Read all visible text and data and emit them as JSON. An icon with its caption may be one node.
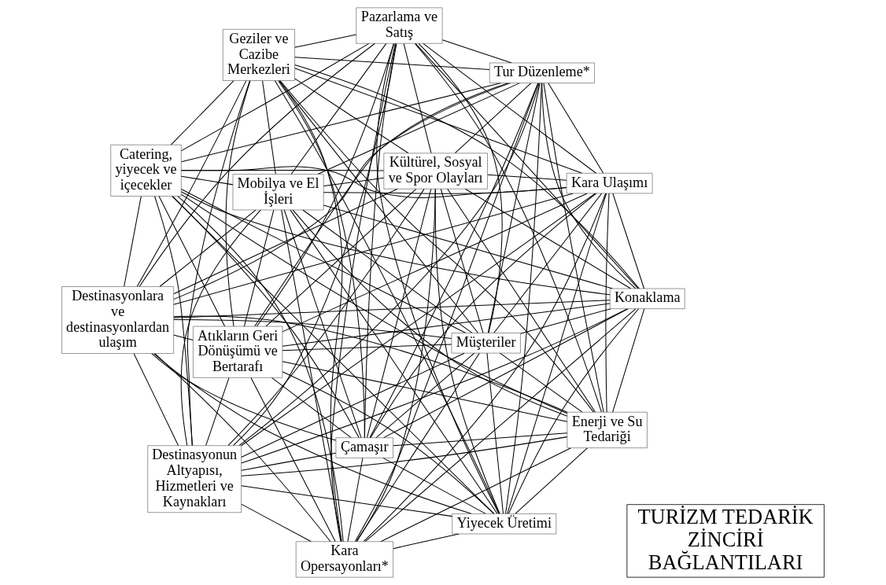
{
  "diagram": {
    "nodes": [
      {
        "text": [
          "Destinasyonlara ve destinasyonlardan ulaşım"
        ]
      },
      {
        "text": [
          "Müşteriler"
        ]
      },
      {
        "text": [
          "Kara Ulaşımı"
        ]
      },
      {
        "text": [
          "Pazarlama ve Satış"
        ]
      },
      {
        "text": [
          "Kara Opersayonları*"
        ]
      },
      {
        "text": [
          "Tur Düzenleme*"
        ]
      },
      {
        "text": [
          "Geziler ve Cazibe Merkezleri"
        ]
      },
      {
        "text": [
          "TURİZM TEDARİK ZİNCİRİ BAĞLANTILARI"
        ]
      },
      {
        "text": [
          "Konaklama"
        ]
      },
      {
        "text": [
          "Kültürel, Sosyal ve Spor Olayları"
        ]
      },
      {
        "text": [
          "Catering, yiyecek ve içecekler"
        ]
      },
      {
        "text": [
          "Mobilya ve El İşleri"
        ]
      },
      {
        "text": [
          "Çamaşır"
        ]
      },
      {
        "text": [
          "Destinasyonun Altyapısı, Hizmetleri ve Kaynakları"
        ]
      },
      {
        "text": [
          "Yiyecek Üretimi"
        ]
      },
      {
        "text": [
          "Enerji ve Su Tedariği"
        ]
      },
      {
        "text": [
          "Atıkların Geri Dönüşümü ve Bertarafı"
        ]
      }
    ],
    "edges": [
      {
        "from": 0,
        "to": 1,
        "arrow": "none"
      },
      {
        "from": 0,
        "to": 2,
        "arrow": "none"
      },
      {
        "from": 0,
        "to": 3,
        "arrow": "none"
      },
      {
        "from": 0,
        "to": 4,
        "arrow": "none"
      },
      {
        "from": 0,
        "to": 5,
        "arrow": "none"
      },
      {
        "from": 0,
        "to": 6,
        "arrow": "none"
      },
      {
        "from": 0,
        "to": 8,
        "arrow": "none"
      },
      {
        "from": 0,
        "to": 9,
        "arrow": "none"
      },
      {
        "from": 0,
        "to": 10,
        "arrow": "none"
      },
      {
        "from": 0,
        "to": 11,
        "arrow": "none"
      },
      {
        "from": 0,
        "to": 12,
        "arrow": "none"
      },
      {
        "from": 0,
        "to": 13,
        "arrow": "none"
      },
      {
        "from": 0,
        "to": 14,
        "arrow": "none"
      },
      {
        "from": 0,
        "to": 15,
        "arrow": "none"
      },
      {
        "from": 0,
        "to": 16,
        "arrow": "none"
      },
      {
        "from": 1,
        "to": 2,
        "arrow": "none"
      },
      {
        "from": 1,
        "to": 3,
        "arrow": "none"
      },
      {
        "from": 1,
        "to": 4,
        "arrow": "none"
      },
      {
        "from": 1,
        "to": 5,
        "arrow": "none"
      },
      {
        "from": 1,
        "to": 6,
        "arrow": "none"
      },
      {
        "from": 1,
        "to": 8,
        "arrow": "none"
      },
      {
        "from": 1,
        "to": 9,
        "arrow": "none"
      },
      {
        "from": 1,
        "to": 10,
        "arrow": "none"
      },
      {
        "from": 1,
        "to": 11,
        "arrow": "none"
      },
      {
        "from": 1,
        "to": 12,
        "arrow": "none"
      },
      {
        "from": 1,
        "to": 13,
        "arrow": "none"
      },
      {
        "from": 1,
        "to": 14,
        "arrow": "none"
      },
      {
        "from": 1,
        "to": 15,
        "arrow": "none"
      },
      {
        "from": 1,
        "to": 16,
        "arrow": "none"
      },
      {
        "from": 2,
        "to": 3,
        "arrow": "none"
      },
      {
        "from": 2,
        "to": 4,
        "arrow": "none"
      },
      {
        "from": 2,
        "to": 5,
        "arrow": "none"
      },
      {
        "from": 2,
        "to": 6,
        "arrow": "none"
      },
      {
        "from": 2,
        "to": 8,
        "arrow": "none"
      },
      {
        "from": 2,
        "to": 9,
        "arrow": "none"
      },
      {
        "from": 2,
        "to": 10,
        "arrow": "none"
      },
      {
        "from": 2,
        "to": 11,
        "arrow": "none"
      },
      {
        "from": 2,
        "to": 12,
        "arrow": "none"
      },
      {
        "from": 2,
        "to": 13,
        "arrow": "none"
      },
      {
        "from": 2,
        "to": 14,
        "arrow": "none"
      },
      {
        "from": 2,
        "to": 15,
        "arrow": "none"
      },
      {
        "from": 2,
        "to": 16,
        "arrow": "none"
      },
      {
        "from": 3,
        "to": 4,
        "arrow": "none"
      },
      {
        "from": 3,
        "to": 5,
        "arrow": "none"
      },
      {
        "from": 3,
        "to": 6,
        "arrow": "none"
      },
      {
        "from": 3,
        "to": 8,
        "arrow": "none"
      },
      {
        "from": 3,
        "to": 9,
        "arrow": "none"
      },
      {
        "from": 3,
        "to": 10,
        "arrow": "none"
      },
      {
        "from": 3,
        "to": 11,
        "arrow": "none"
      },
      {
        "from": 3,
        "to": 12,
        "arrow": "none"
      },
      {
        "from": 3,
        "to": 13,
        "arrow": "none"
      },
      {
        "from": 3,
        "to": 14,
        "arrow": "none"
      },
      {
        "from": 3,
        "to": 15,
        "arrow": "none"
      },
      {
        "from": 3,
        "to": 16,
        "arrow": "none"
      },
      {
        "from": 4,
        "to": 5,
        "arrow": "none"
      },
      {
        "from": 4,
        "to": 6,
        "arrow": "none"
      },
      {
        "from": 4,
        "to": 8,
        "arrow": "none"
      },
      {
        "from": 4,
        "to": 9,
        "arrow": "none"
      },
      {
        "from": 4,
        "to": 10,
        "arrow": "none"
      },
      {
        "from": 4,
        "to": 11,
        "arrow": "none"
      },
      {
        "from": 4,
        "to": 12,
        "arrow": "none"
      },
      {
        "from": 4,
        "to": 13,
        "arrow": "none"
      },
      {
        "from": 4,
        "to": 14,
        "arrow": "none"
      },
      {
        "from": 4,
        "to": 15,
        "arrow": "none"
      },
      {
        "from": 4,
        "to": 16,
        "arrow": "none"
      },
      {
        "from": 5,
        "to": 6,
        "arrow": "none"
      },
      {
        "from": 5,
        "to": 8,
        "arrow": "none"
      },
      {
        "from": 5,
        "to": 9,
        "arrow": "none"
      },
      {
        "from": 5,
        "to": 10,
        "arrow": "none"
      },
      {
        "from": 5,
        "to": 11,
        "arrow": "none"
      },
      {
        "from": 5,
        "to": 12,
        "arrow": "none"
      },
      {
        "from": 5,
        "to": 13,
        "arrow": "none"
      },
      {
        "from": 5,
        "to": 14,
        "arrow": "none"
      },
      {
        "from": 5,
        "to": 15,
        "arrow": "none"
      },
      {
        "from": 5,
        "to": 16,
        "arrow": "none"
      },
      {
        "from": 6,
        "to": 8,
        "arrow": "none"
      },
      {
        "from": 6,
        "to": 9,
        "arrow": "none"
      },
      {
        "from": 6,
        "to": 10,
        "arrow": "none"
      },
      {
        "from": 6,
        "to": 11,
        "arrow": "none"
      },
      {
        "from": 6,
        "to": 12,
        "arrow": "none"
      },
      {
        "from": 6,
        "to": 13,
        "arrow": "none"
      },
      {
        "from": 6,
        "to": 14,
        "arrow": "none"
      },
      {
        "from": 6,
        "to": 15,
        "arrow": "none"
      },
      {
        "from": 6,
        "to": 16,
        "arrow": "none"
      },
      {
        "from": 8,
        "to": 9,
        "arrow": "none"
      },
      {
        "from": 8,
        "to": 10,
        "arrow": "none"
      },
      {
        "from": 8,
        "to": 11,
        "arrow": "none"
      },
      {
        "from": 8,
        "to": 12,
        "arrow": "none"
      },
      {
        "from": 8,
        "to": 13,
        "arrow": "none"
      },
      {
        "from": 8,
        "to": 14,
        "arrow": "none"
      },
      {
        "from": 8,
        "to": 15,
        "arrow": "none"
      },
      {
        "from": 8,
        "to": 16,
        "arrow": "none"
      },
      {
        "from": 9,
        "to": 10,
        "arrow": "none"
      },
      {
        "from": 9,
        "to": 11,
        "arrow": "none"
      },
      {
        "from": 9,
        "to": 12,
        "arrow": "none"
      },
      {
        "from": 9,
        "to": 13,
        "arrow": "none"
      },
      {
        "from": 9,
        "to": 14,
        "arrow": "none"
      },
      {
        "from": 9,
        "to": 15,
        "arrow": "none"
      },
      {
        "from": 9,
        "to": 16,
        "arrow": "none"
      },
      {
        "from": 10,
        "to": 11,
        "arrow": "none"
      },
      {
        "from": 10,
        "to": 12,
        "arrow": "none"
      },
      {
        "from": 10,
        "to": 13,
        "arrow": "none"
      },
      {
        "from": 10,
        "to": 14,
        "arrow": "none"
      },
      {
        "from": 10,
        "to": 15,
        "arrow": "none"
      },
      {
        "from": 10,
        "to": 16,
        "arrow": "none"
      },
      {
        "from": 11,
        "to": 12,
        "arrow": "none"
      },
      {
        "from": 11,
        "to": 13,
        "arrow": "none"
      },
      {
        "from": 11,
        "to": 14,
        "arrow": "none"
      },
      {
        "from": 11,
        "to": 15,
        "arrow": "none"
      },
      {
        "from": 11,
        "to": 16,
        "arrow": "none"
      },
      {
        "from": 12,
        "to": 13,
        "arrow": "none"
      },
      {
        "from": 12,
        "to": 14,
        "arrow": "none"
      },
      {
        "from": 12,
        "to": 15,
        "arrow": "none"
      },
      {
        "from": 12,
        "to": 16,
        "arrow": "none"
      },
      {
        "from": 13,
        "to": 14,
        "arrow": "none"
      },
      {
        "from": 13,
        "to": 15,
        "arrow": "none"
      },
      {
        "from": 13,
        "to": 16,
        "arrow": "none"
      },
      {
        "from": 14,
        "to": 15,
        "arrow": "none"
      },
      {
        "from": 14,
        "to": 16,
        "arrow": "none"
      },
      {
        "from": 15,
        "to": 16,
        "arrow": "none"
      }
    ]
  }
}
